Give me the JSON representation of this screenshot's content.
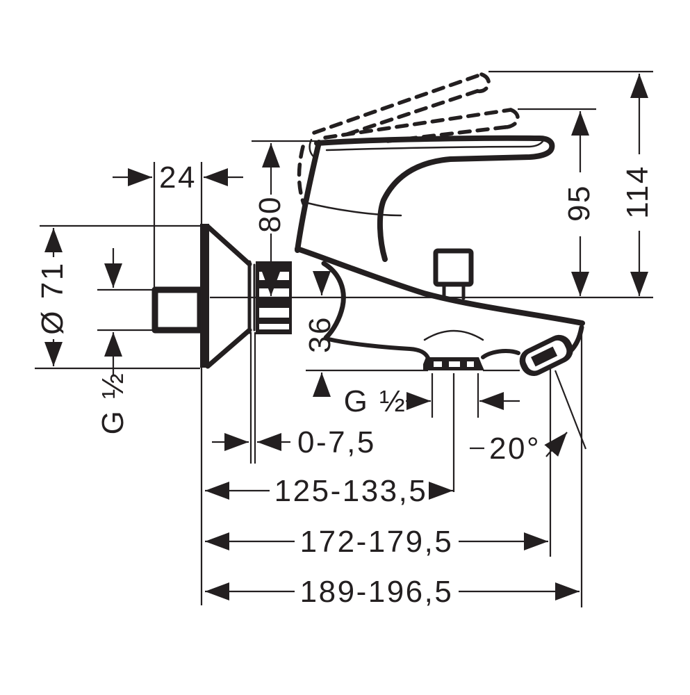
{
  "page": {
    "background": "#ffffff",
    "ink": "#231f20"
  },
  "drawing": {
    "labels": {
      "union_depth": "24",
      "handle_height_rest": "80",
      "handle_height_raised": "95",
      "handle_height_max": "114",
      "escutcheon_diameter": "Ø 71",
      "inlet_thread": "G ½",
      "spout_drop": "36",
      "aerator_thread": "G ½",
      "escutcheon_adjustment": "0-7,5",
      "shower_outlet_angle": "20°",
      "wall_to_aerator": "125-133,5",
      "wall_to_shower_outlet": "172-179,5",
      "wall_to_spout_tip": "189-196,5"
    }
  }
}
